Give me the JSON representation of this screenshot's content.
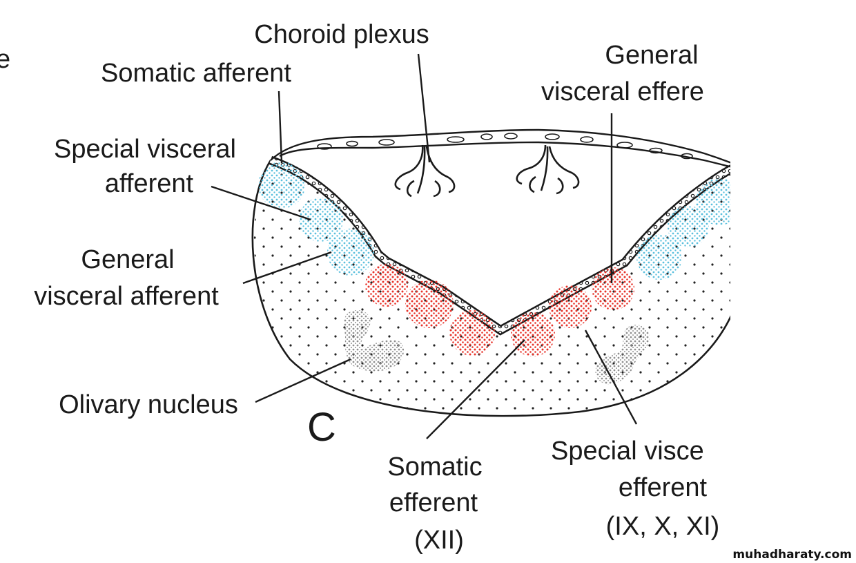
{
  "diagram": {
    "panel_letter": "C",
    "edge_fragment": "e",
    "labels": {
      "choroid_plexus": "Choroid plexus",
      "somatic_afferent": "Somatic afferent",
      "special_visceral_afferent": [
        "Special visceral",
        "afferent"
      ],
      "general_visceral_afferent": [
        "General",
        "visceral afferent"
      ],
      "olivary_nucleus": "Olivary nucleus",
      "general_visceral_efferent": [
        "General",
        "visceral effere"
      ],
      "somatic_efferent": [
        "Somatic",
        "efferent",
        "(XII)"
      ],
      "special_visceral_efferent": [
        "Special visce",
        "efferent",
        "(IX, X, XI)"
      ]
    },
    "colors": {
      "afferent_nuclei": "#5bc0de",
      "efferent_nuclei": "#e8332a",
      "olivary": "#9a9a9a",
      "outline": "#1a1a1a"
    }
  },
  "watermark": "muhadharaty.com"
}
